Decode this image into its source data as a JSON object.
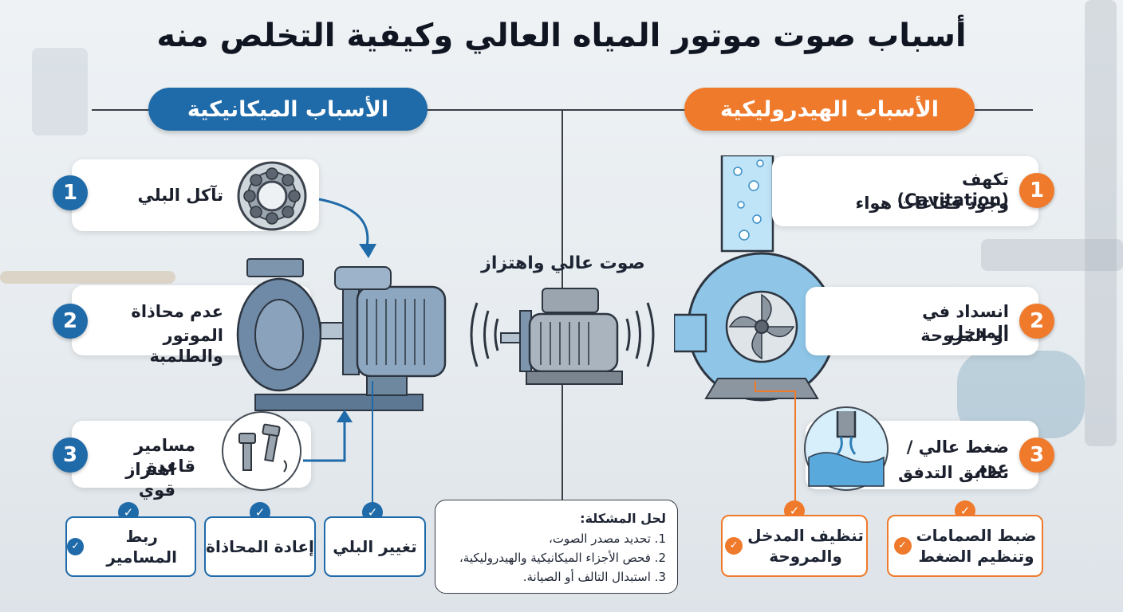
{
  "title": "أسباب صوت موتور المياه العالي وكيفية التخلص منه",
  "mechanical": {
    "heading": "الأسباب الميكانيكية",
    "causes": [
      {
        "number": "1",
        "text": "تآكل البلي"
      },
      {
        "number": "2",
        "text_line1": "عدم محاذاة",
        "text_line2": "الموتور والطلمبة"
      },
      {
        "number": "3",
        "text_line1": "مسامير قاعدة",
        "text_line2": "اهتزاز قوي"
      }
    ],
    "solutions": [
      "ربط المسامير",
      "إعادة المحاذاة",
      "تغيير البلي"
    ]
  },
  "hydraulic": {
    "heading": "الأسباب الهيدروليكية",
    "causes": [
      {
        "number": "1",
        "text_line1": "تكهف (Cavitation)",
        "text_line2": "وجود فقاعات هواء"
      },
      {
        "number": "2",
        "text_line1": "انسداد في المدخل",
        "text_line2": "أو المروحة"
      },
      {
        "number": "3",
        "text_line1": "ضغط عالي / عدم",
        "text_line2": "تطابق التدفق"
      }
    ],
    "solutions": [
      {
        "line1": "تنظيف المدخل",
        "line2": "والمروحة"
      },
      {
        "line1": "ضبط الصمامات",
        "line2": "وتنظيم الضغط"
      }
    ]
  },
  "center": {
    "label": "صوت عالي واهتزاز",
    "solution_title": "لحل المشكلة:",
    "steps": [
      "1. تحديد مصدر الصوت،",
      "2. فحص الأجزاء الميكانيكية والهيدروليكية،",
      "3. استبدال التالف أو الصيانة."
    ]
  },
  "colors": {
    "blue": "#1f6aa8",
    "orange": "#ef7a2b",
    "check": "✓"
  }
}
